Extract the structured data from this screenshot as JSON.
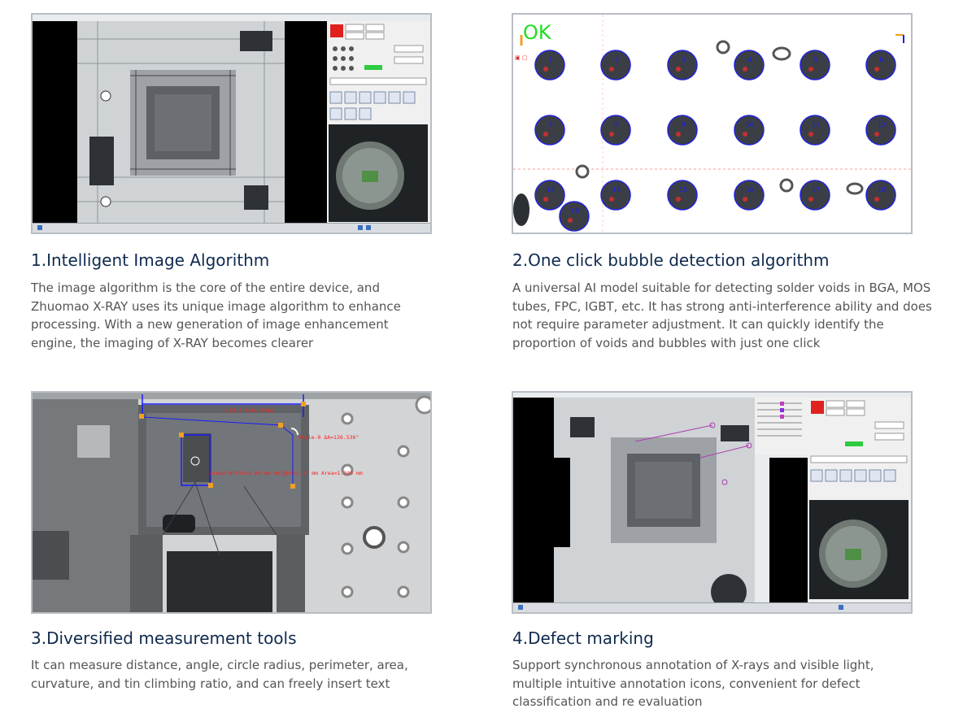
{
  "features": [
    {
      "title": "1.Intelligent Image Algorithm",
      "description": "The image algorithm is the core of the entire device, and Zhuomao X-RAY uses its unique image algorithm to enhance processing. With a new generation of image enhancement engine, the imaging of X-RAY becomes clearer"
    },
    {
      "title": "2.One click bubble detection algorithm",
      "description": "A universal AI model suitable for detecting solder voids in BGA, MOS tubes, FPC, IGBT, etc. It has strong anti-interference ability and does not require parameter adjustment. It can quickly identify the proportion of voids and bubbles with just one click"
    },
    {
      "title": "3.Diversified measurement tools",
      "description": "It can measure distance, angle, circle radius, perimeter, area, curvature, and tin climbing ratio, and can freely insert text"
    },
    {
      "title": "4.Defect marking",
      "description": "Support synchronous annotation of X-rays and visible light, multiple intuitive annotation icons, convenient for defect classification and re evaluation"
    }
  ],
  "bubble_detection": {
    "status": "OK",
    "bubble_labels": [
      "1",
      "2",
      "3",
      "4",
      "5",
      "6",
      "7",
      "8",
      "9",
      "10",
      "11",
      "12",
      "13",
      "14",
      "15",
      "16",
      "17",
      "18",
      "19"
    ]
  },
  "measurement": {
    "distance_label": "L28-0 D=9.132mm",
    "angle_label": "Angle-0 ΔA=126.536°",
    "area_label": "Area0-Width=1.04 mm Height=1.17 mm Area=1.309 mm"
  },
  "colors": {
    "title": "#0f2a4d",
    "text": "#555555",
    "border": "#b9bec4",
    "ok_green": "#22dd22",
    "bubble_outline": "#2222dd",
    "measure_blue": "#1a1aff",
    "measure_red": "#ff2020",
    "handle_orange": "#f0a020"
  }
}
